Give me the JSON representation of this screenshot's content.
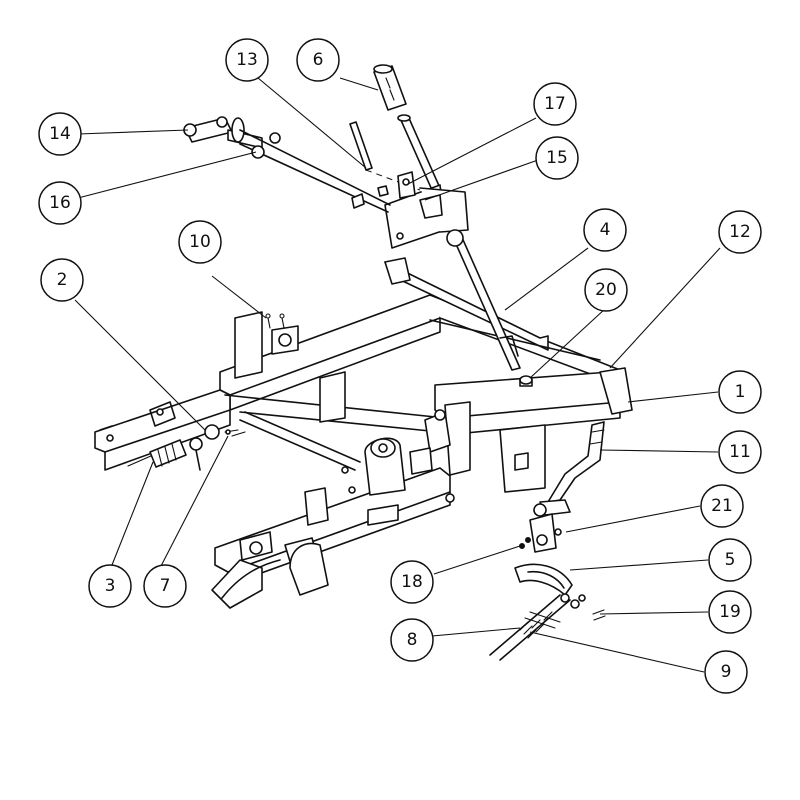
{
  "callouts": [
    {
      "id": "1",
      "label": "1"
    },
    {
      "id": "2",
      "label": "2"
    },
    {
      "id": "3",
      "label": "3"
    },
    {
      "id": "4",
      "label": "4"
    },
    {
      "id": "5",
      "label": "5"
    },
    {
      "id": "6",
      "label": "6"
    },
    {
      "id": "7",
      "label": "7"
    },
    {
      "id": "8",
      "label": "8"
    },
    {
      "id": "9",
      "label": "9"
    },
    {
      "id": "10",
      "label": "10"
    },
    {
      "id": "11",
      "label": "11"
    },
    {
      "id": "12",
      "label": "12"
    },
    {
      "id": "13",
      "label": "13"
    },
    {
      "id": "14",
      "label": "14"
    },
    {
      "id": "15",
      "label": "15"
    },
    {
      "id": "16",
      "label": "16"
    },
    {
      "id": "17",
      "label": "17"
    },
    {
      "id": "18",
      "label": "18"
    },
    {
      "id": "19",
      "label": "19"
    },
    {
      "id": "20",
      "label": "20"
    },
    {
      "id": "21",
      "label": "21"
    }
  ],
  "colors": {
    "ink": "#111111",
    "background": "#ffffff"
  }
}
